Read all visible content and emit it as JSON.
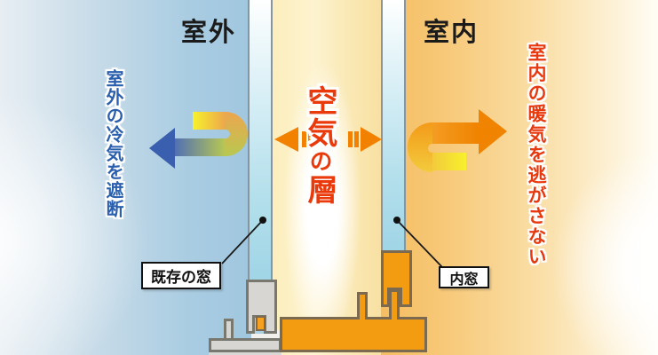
{
  "diagram": {
    "region_labels": {
      "outdoor": "室外",
      "indoor": "室内"
    },
    "annotations": {
      "outdoor_effect": "室外の冷気を遮断",
      "indoor_effect": "室内の暖気を逃がさない",
      "air_layer_parts": [
        "空気",
        "の",
        "層"
      ],
      "air_layer_full": "空気の層"
    },
    "callouts": {
      "existing_window": "既存の窓",
      "inner_window": "内窓"
    },
    "icons": {
      "left_arrow": "u-turn-arrow-blocking-cold",
      "right_arrow": "u-turn-arrow-keeping-warmth",
      "center_arrow": "double-headed-air-layer-arrow",
      "leader": "leader-line-with-dot"
    },
    "colors": {
      "outdoor_blue": "#9dc5de",
      "indoor_orange": "#f5bd62",
      "air_band_cream": "#f8e0a2",
      "accent_red_text": "#e8380d",
      "accent_blue_text": "#2a5fae",
      "arrow_orange": "#f08300",
      "arrow_yellow": "#f7f02c",
      "arrow_blue_head": "#3a5fae",
      "frame_gray": "#d7d6d2",
      "frame_gray_outline": "#78786f",
      "frame_orange": "#f39c12",
      "frame_orange_outline": "#7c6a50",
      "glass_blue": "#b5e0ec"
    }
  }
}
